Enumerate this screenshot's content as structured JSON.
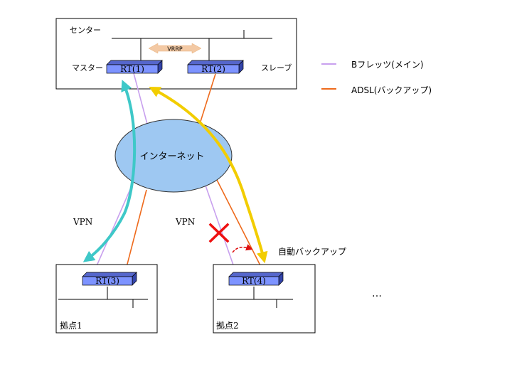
{
  "center": {
    "label": "センター",
    "protocol": "VRRP",
    "master_label": "マスター",
    "slave_label": "スレーブ",
    "routers": [
      "RT(1)",
      "RT(2)"
    ]
  },
  "internet": {
    "label": "インターネット"
  },
  "sites": [
    {
      "label": "拠点1",
      "router": "RT(3)",
      "vpn_label": "VPN"
    },
    {
      "label": "拠点2",
      "router": "RT(4)",
      "vpn_label": "VPN"
    }
  ],
  "auto_backup_label": "自動バックアップ",
  "more_sites": "…",
  "legend": [
    {
      "label": "Bフレッツ(メイン)",
      "color": "#c8a0ee"
    },
    {
      "label": "ADSL(バックアップ)",
      "color": "#ee6a1c"
    }
  ],
  "colors": {
    "router_fill": "#7d93ff",
    "internet_fill": "#9ec8f2",
    "vrrp_arrow": "#f3c9a4",
    "vpn_cyan": "#3ec8c8",
    "vpn_yellow": "#f2cd00",
    "failure_x": "#ee1010",
    "failover_arrow": "#dd1010"
  }
}
